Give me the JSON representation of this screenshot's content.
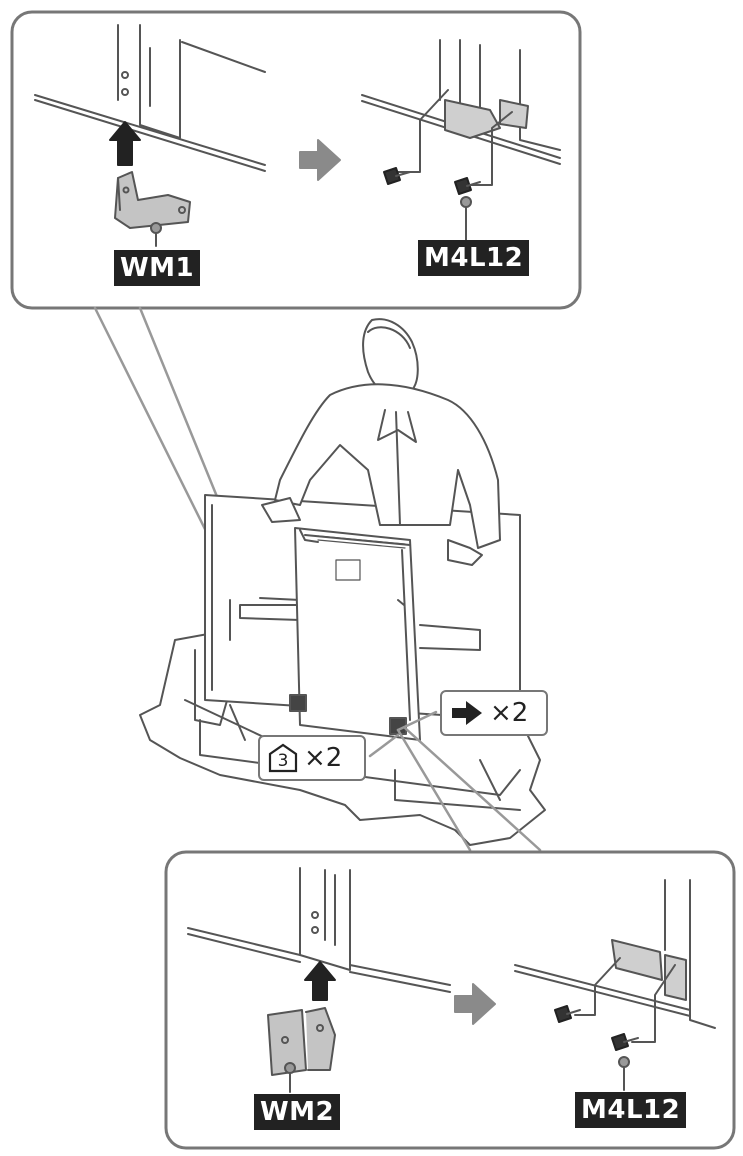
{
  "labels": {
    "wm1": "WM1",
    "wm2": "WM2",
    "screw_top": "M4L12",
    "screw_bottom": "M4L12"
  },
  "callouts": {
    "part_number": "3",
    "part_qty": "×2",
    "screw_qty": "×2"
  },
  "icons": [
    "up-arrow-icon",
    "right-arrow-icon",
    "screw-icon",
    "part-bag-icon"
  ],
  "colors": {
    "line": "#555555",
    "frame": "#777777",
    "tag_bg": "#222222",
    "arrow_gray": "#8a8a8a",
    "part_fill": "#bdbdbd"
  }
}
